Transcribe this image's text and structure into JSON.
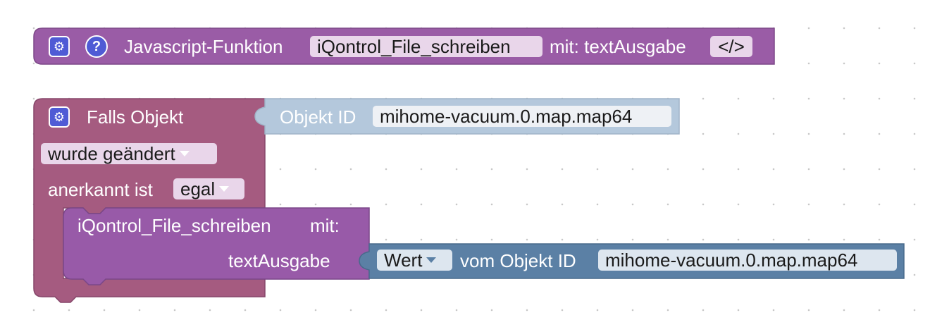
{
  "function_block": {
    "title": "Javascript-Funktion",
    "function_name": "iQontrol_File_schreiben",
    "params_label": "mit: textAusgabe",
    "code_label": "</>"
  },
  "trigger_block": {
    "title": "Falls Objekt",
    "object_id_label": "Objekt ID",
    "object_id_value": "mihome-vacuum.0.map.map64",
    "condition_value": "wurde geändert",
    "ack_label": "anerkannt ist",
    "ack_value": "egal"
  },
  "call_block": {
    "function_label": "iQontrol_File_schreiben",
    "with_label": "mit:",
    "param_label": "textAusgabe"
  },
  "value_block": {
    "attribute_value": "Wert",
    "from_label": "vom Objekt ID",
    "object_id_value": "mihome-vacuum.0.map.map64"
  },
  "icons": {
    "settings": "gear-icon",
    "help": "help-icon"
  },
  "colors": {
    "function_block": "#9a5ca6",
    "trigger_block": "#a55b80",
    "call_block": "#985aa8",
    "object_block_light": "#b4c8dc",
    "value_block": "#5b80a5",
    "field_bg": "#e9d6ea",
    "icon_blue": "#4f5bd5"
  }
}
